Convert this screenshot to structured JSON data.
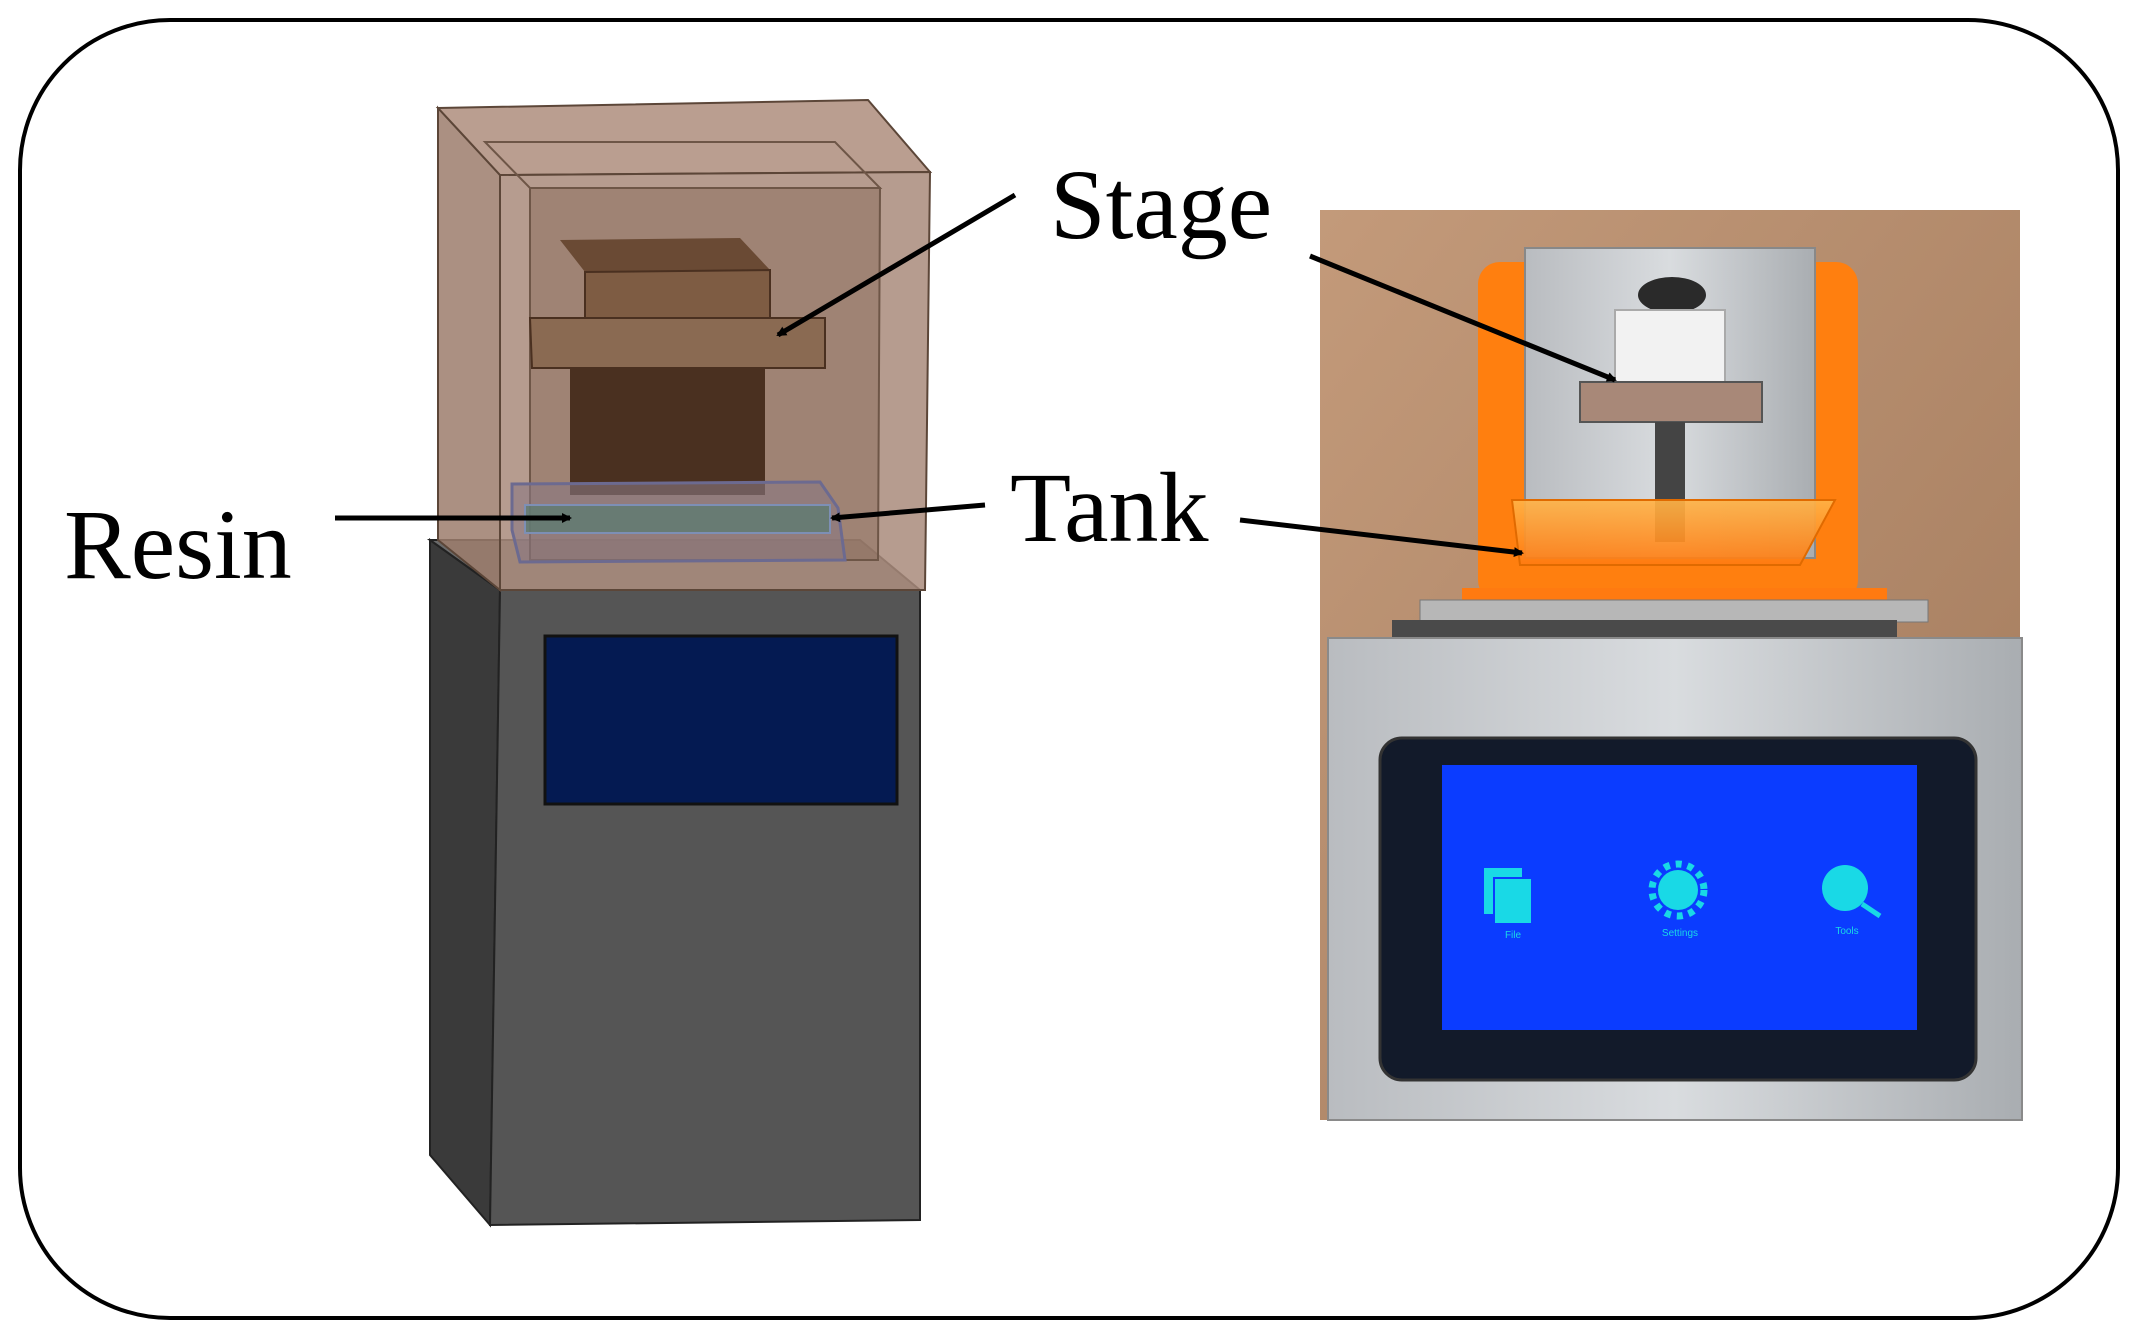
{
  "figure": {
    "labels": {
      "stage": "Stage",
      "resin": "Resin",
      "tank": "Tank"
    },
    "printer_screen": {
      "items": [
        {
          "label": "File",
          "icon": "files-icon"
        },
        {
          "label": "Settings",
          "icon": "gear-icon"
        },
        {
          "label": "Tools",
          "icon": "magnifier-icon"
        }
      ]
    },
    "colors": {
      "frame_border": "#000000",
      "cad_hood": "#a88a7a",
      "cad_base": "#555555",
      "cad_screen": "#041a52",
      "tank_orange": "#ff8a1a",
      "screen_blue": "#0b3cff",
      "icon_cyan": "#19d9e6"
    }
  }
}
